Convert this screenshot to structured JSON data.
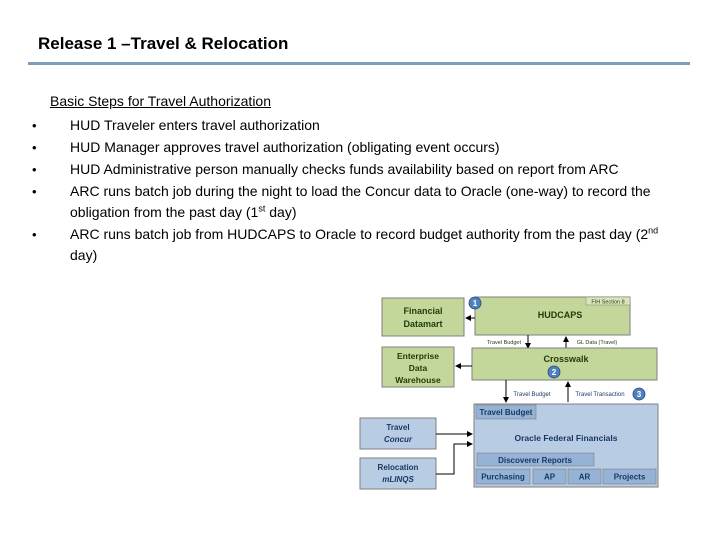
{
  "title": "Release 1 –Travel & Relocation",
  "heading": "Basic Steps for Travel Authorization",
  "steps": [
    {
      "text": "HUD Traveler enters travel authorization"
    },
    {
      "text": "HUD Manager approves travel authorization (obligating event occurs)"
    },
    {
      "text": "HUD Administrative person manually checks funds availability based on report from ARC"
    },
    {
      "pre": "ARC runs batch job during the night to load the Concur data to Oracle (one-way) to record the obligation from the past day (1",
      "sup": "st",
      "post": " day)"
    },
    {
      "pre": "ARC runs batch job from HUDCAPS to Oracle to record budget authority from the past day (2",
      "sup": "nd",
      "post": " day)"
    }
  ],
  "diagram": {
    "financial_datamart": "Financial Datamart",
    "hudcaps": "HUDCAPS",
    "section_tag": "FIH Section 8",
    "enterprise_dw": "Enterprise Data Warehouse",
    "crosswalk": "Crosswalk",
    "travel_budget_top": "Travel Budget",
    "gl_data": "GL Data (Travel)",
    "travel_budget_mid": "Travel Budget",
    "travel_transaction": "Travel Transaction",
    "travel_budget_box": "Travel Budget",
    "oracle": "Oracle Federal Financials",
    "discoverer": "Discoverer Reports",
    "purchasing": "Purchasing",
    "ap": "AP",
    "ar": "AR",
    "projects": "Projects",
    "travel_concur_1": "Travel",
    "travel_concur_2": "Concur",
    "relocation_1": "Relocation",
    "relocation_2": "mLINQS",
    "badge_1": "1",
    "badge_2": "2",
    "badge_3": "3"
  },
  "colors": {
    "green_fill": "#c4d79b",
    "blue_fill": "#b8cce4",
    "dark_blue_box": "#95b3d7",
    "badge": "#4f81bd",
    "text_green": "#1f3b08",
    "text_blue": "#17375e"
  }
}
